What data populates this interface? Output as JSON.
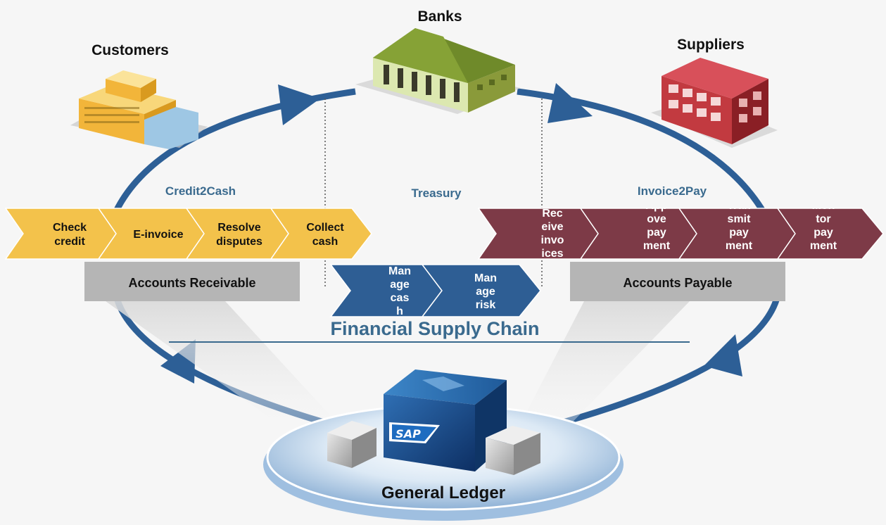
{
  "entities": {
    "customers": "Customers",
    "banks": "Banks",
    "suppliers": "Suppliers"
  },
  "processes": {
    "credit2cash": "Credit2Cash",
    "treasury": "Treasury",
    "invoice2pay": "Invoice2Pay"
  },
  "receivables_steps": [
    {
      "line1": "Check",
      "line2": "credit"
    },
    {
      "line1": "E-invoice",
      "line2": ""
    },
    {
      "line1": "Resolve",
      "line2": "disputes"
    },
    {
      "line1": "Collect",
      "line2": "cash"
    }
  ],
  "treasury_steps": [
    {
      "lines": [
        "Man",
        "age",
        "cas",
        "h"
      ]
    },
    {
      "lines": [
        "Man",
        "age",
        "risk"
      ]
    }
  ],
  "payables_steps": [
    {
      "lines": [
        "Rec",
        "eive",
        "invo",
        "ices"
      ]
    },
    {
      "lines": [
        "App",
        "ove",
        "pay",
        "ment"
      ]
    },
    {
      "lines": [
        "Tran",
        "smit",
        "pay",
        "ment"
      ]
    },
    {
      "lines": [
        "Mon",
        "tor",
        "pay",
        "ment"
      ]
    }
  ],
  "labels": {
    "accounts_receivable": "Accounts Receivable",
    "accounts_payable": "Accounts Payable",
    "financial_supply_chain": "Financial Supply Chain",
    "general_ledger": "General Ledger",
    "sap_logo": "SAP"
  },
  "colors": {
    "cycle_blue": "#2d5f96",
    "receivables_yellow": "#f3c24b",
    "treasury_blue": "#2e5e94",
    "payables_maroon": "#7d3a47",
    "label_gray": "#b5b5b5",
    "heading_blue": "#3a6a8e"
  }
}
